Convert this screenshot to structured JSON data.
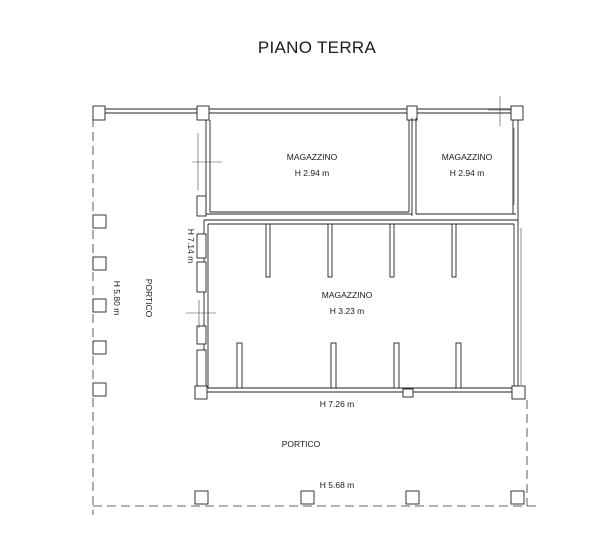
{
  "title": "PIANO TERRA",
  "rooms": {
    "magazzino_left": {
      "name": "MAGAZZINO",
      "height": "H 2.94 m"
    },
    "magazzino_right": {
      "name": "MAGAZZINO",
      "height": "H 2.94 m"
    },
    "magazzino_main": {
      "name": "MAGAZZINO",
      "height": "H 3.23 m"
    }
  },
  "portico_side": {
    "name": "PORTICO",
    "height": "H 5.80 m"
  },
  "side_height": "H 7.14 m",
  "bottom_height": "H 7.26 m",
  "portico_bottom": {
    "name": "PORTICO",
    "height": "H 5.68 m"
  }
}
